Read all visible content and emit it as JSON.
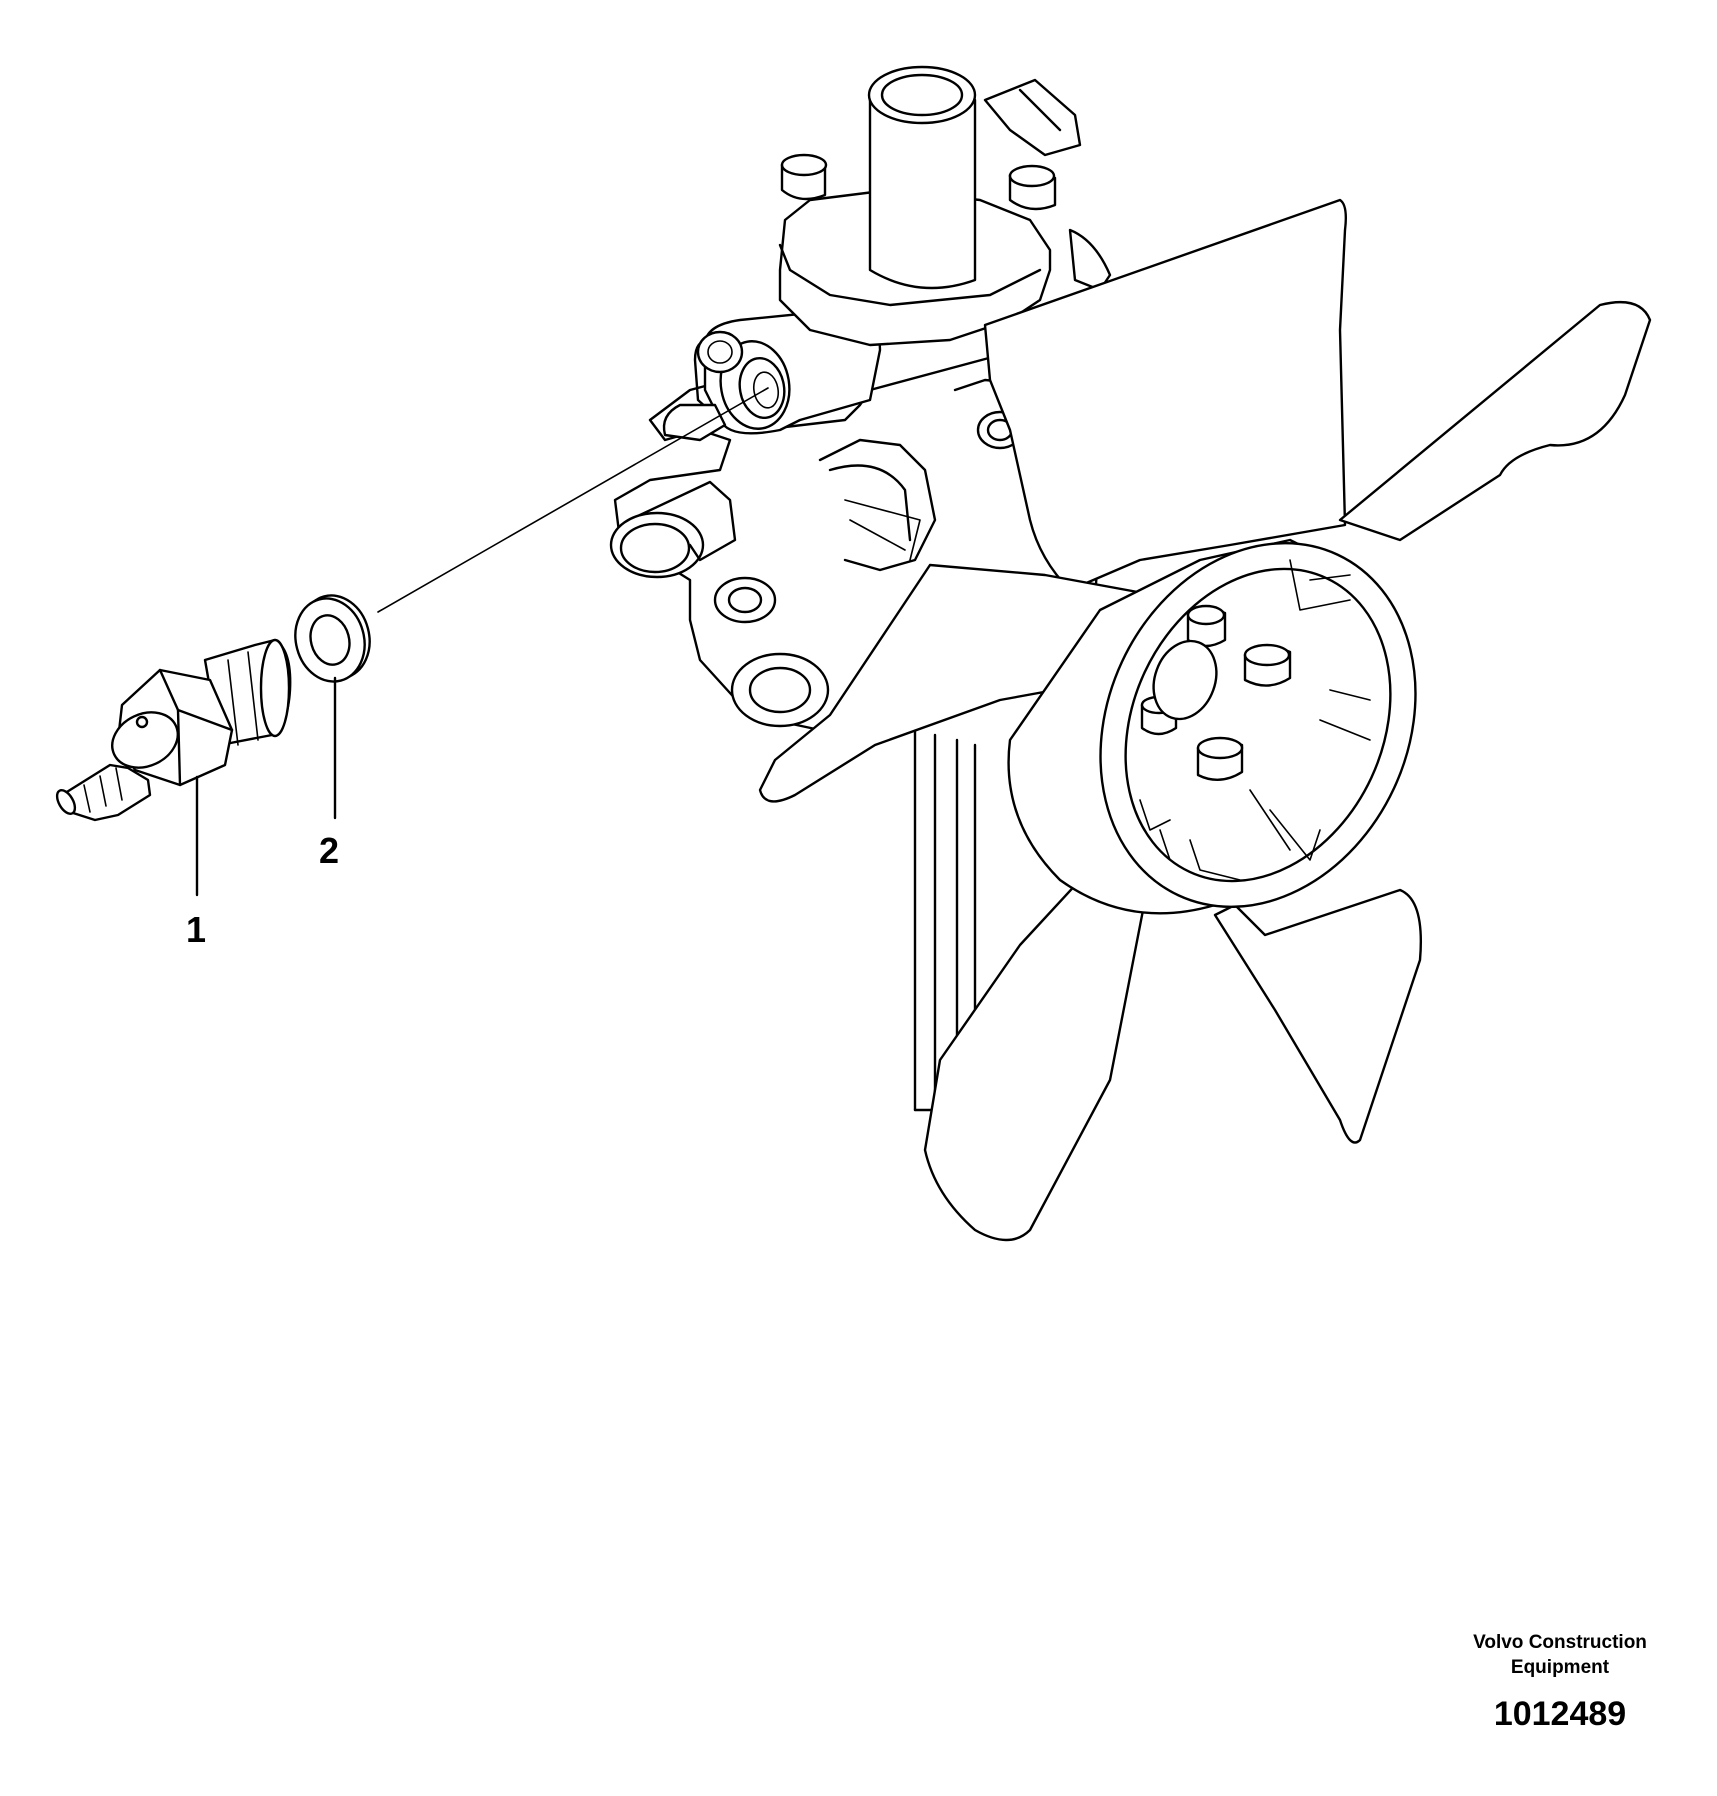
{
  "callouts": [
    {
      "label": "1"
    },
    {
      "label": "2"
    }
  ],
  "footer": {
    "company_line1": "Volvo Construction",
    "company_line2": "Equipment",
    "document_number": "1012489"
  },
  "colors": {
    "line": "#000000",
    "background": "#ffffff"
  }
}
